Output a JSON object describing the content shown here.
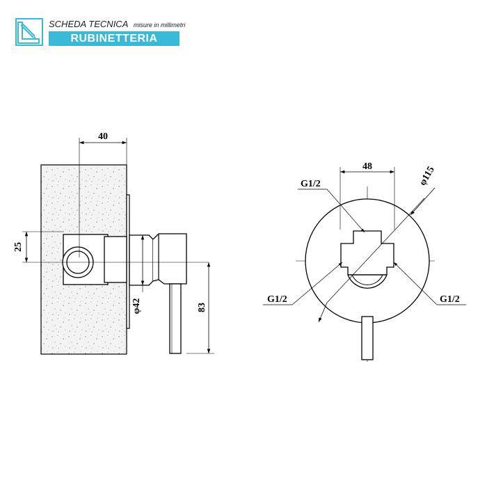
{
  "header": {
    "title": "SCHEDA TECNICA",
    "subtitle": "misure in millimetri",
    "banner": "RUBINETTERIA",
    "icon": "ruler-pencil-icon",
    "accent_color": "#3ab8d8"
  },
  "side_view": {
    "dim_width": "40",
    "dim_offset": "25",
    "dim_diameter": "φ42",
    "dim_height": "83"
  },
  "front_view": {
    "dim_width": "48",
    "dim_diameter": "φ115",
    "thread_top": "G1/2",
    "thread_left": "G1/2",
    "thread_right": "G1/2"
  }
}
